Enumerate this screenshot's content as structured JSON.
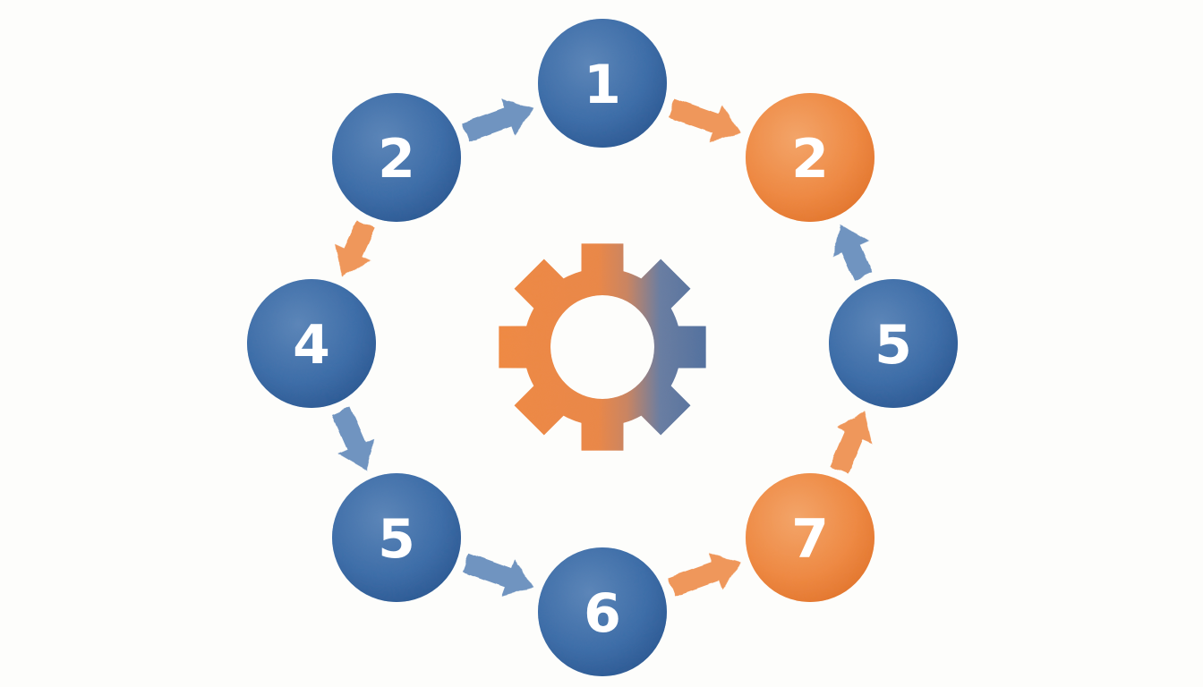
{
  "palette": {
    "blue": "#3f6ea8",
    "blue_dark": "#2c5790",
    "blue_light": "#5d86b8",
    "orange": "#ee8a45",
    "orange_dark": "#e0732c",
    "orange_light": "#f3a56a",
    "background": "#fdfdfb"
  },
  "nodes": [
    {
      "id": "n-top",
      "label": "1",
      "color": "blue"
    },
    {
      "id": "n-upper-left",
      "label": "2",
      "color": "blue"
    },
    {
      "id": "n-upper-right",
      "label": "2",
      "color": "orange"
    },
    {
      "id": "n-mid-left",
      "label": "4",
      "color": "blue"
    },
    {
      "id": "n-mid-right",
      "label": "5",
      "color": "blue"
    },
    {
      "id": "n-lower-left",
      "label": "5",
      "color": "blue"
    },
    {
      "id": "n-lower-right",
      "label": "7",
      "color": "orange"
    },
    {
      "id": "n-bottom",
      "label": "6",
      "color": "blue"
    }
  ],
  "arrows": [
    {
      "from": "n-upper-left",
      "to": "n-top",
      "color": "blue"
    },
    {
      "from": "n-top",
      "to": "n-upper-right",
      "color": "orange"
    },
    {
      "from": "n-upper-left",
      "to": "n-mid-left",
      "color": "orange"
    },
    {
      "from": "n-mid-left",
      "to": "n-lower-left",
      "color": "blue"
    },
    {
      "from": "n-lower-left",
      "to": "n-bottom",
      "color": "blue"
    },
    {
      "from": "n-bottom",
      "to": "n-lower-right",
      "color": "orange"
    },
    {
      "from": "n-lower-right",
      "to": "n-mid-right",
      "color": "orange"
    },
    {
      "from": "n-mid-right",
      "to": "n-upper-right",
      "color": "blue"
    }
  ],
  "center_icon": "gear-icon"
}
